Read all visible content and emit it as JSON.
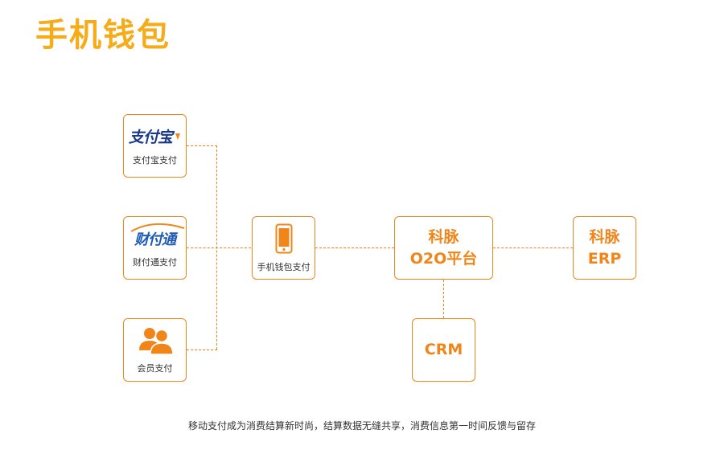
{
  "title": "手机钱包",
  "nodes": {
    "alipay": {
      "label": "支付宝支付",
      "logo_text": "支付宝"
    },
    "tenpay": {
      "label": "财付通支付",
      "logo_text": "财付通"
    },
    "member": {
      "label": "会员支付"
    },
    "wallet": {
      "label": "手机钱包支付"
    },
    "o2o": {
      "line1": "科脉",
      "line2": "O2O平台"
    },
    "erp": {
      "line1": "科脉",
      "line2": "ERP"
    },
    "crm": {
      "label": "CRM"
    }
  },
  "caption": "移动支付成为消费结算新时尚，结算数据无缝共享，消费信息第一时间反馈与留存",
  "colors": {
    "title": "#f6ac19",
    "accent": "#f0861a",
    "alipay_blue": "#1a3a8c",
    "tenpay_blue": "#1f5bb5"
  },
  "icons": [
    "alipay-logo",
    "tenpay-logo",
    "users-icon",
    "phone-icon"
  ]
}
